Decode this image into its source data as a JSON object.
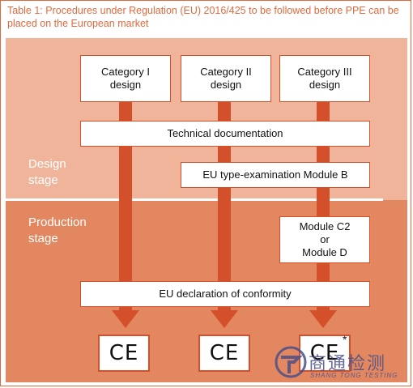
{
  "caption": "Table 1: Procedures under Regulation (EU) 2016/425 to be followed before PPE can be placed on the European market",
  "stages": {
    "design": "Design\nstage",
    "production": "Production\nstage"
  },
  "boxes": {
    "cat1": "Category I\ndesign",
    "cat2": "Category II\ndesign",
    "cat3": "Category III\ndesign",
    "techdoc": "Technical documentation",
    "moduleb": "EU type-examination Module B",
    "modulec": "Module C2\nor\nModule D",
    "declaration": "EU declaration of conformity"
  },
  "marks": {
    "ce1": "CE",
    "ce2": "CE",
    "ce3": "CE",
    "ce3_note": "*"
  },
  "watermark": {
    "main": "商通检测",
    "sub": "SHANG TONG TESTING"
  },
  "colors": {
    "accent": "#d4502a",
    "design_band": "#f0b49a",
    "production_band": "#e2875f",
    "caption": "#e06a3e"
  }
}
